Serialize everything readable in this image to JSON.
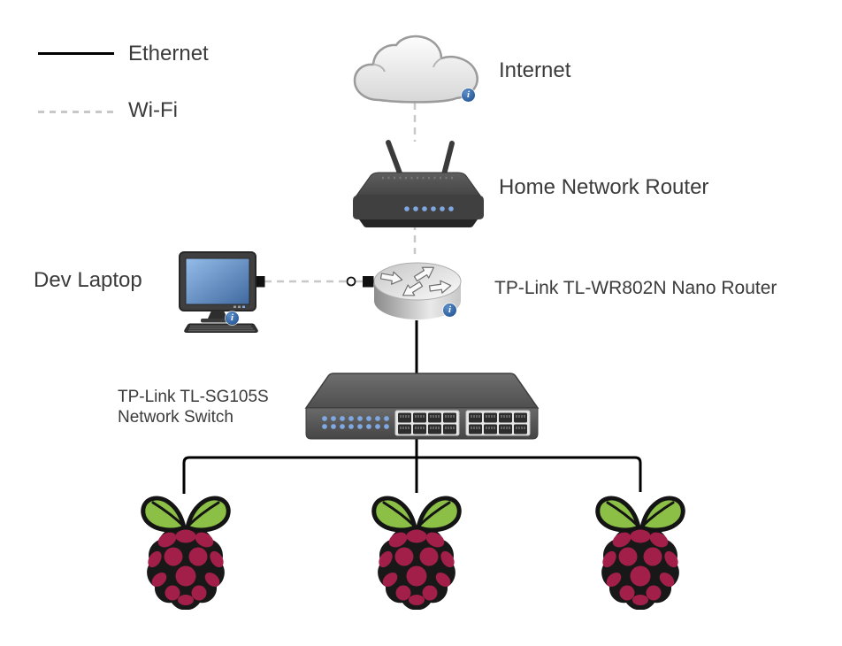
{
  "legend": {
    "items": [
      {
        "id": "ethernet",
        "label": "Ethernet",
        "line_style": "solid",
        "line_color": "#000000"
      },
      {
        "id": "wifi",
        "label": "Wi-Fi",
        "line_style": "dashed",
        "line_color": "#c8c8c8"
      }
    ]
  },
  "nodes": {
    "internet": {
      "label": "Internet",
      "icon": "cloud-icon",
      "has_info_badge": true
    },
    "home_router": {
      "label": "Home Network Router",
      "icon": "wireless-router-icon",
      "has_info_badge": false
    },
    "dev_laptop": {
      "label": "Dev Laptop",
      "icon": "desktop-computer-icon",
      "has_info_badge": true
    },
    "nano_router": {
      "label": "TP-Link TL-WR802N Nano Router",
      "icon": "router-cylinder-icon",
      "has_info_badge": true
    },
    "network_switch": {
      "label_line1": "TP-Link TL-SG105S",
      "label_line2": "Network Switch",
      "icon": "ethernet-switch-icon",
      "has_info_badge": false
    },
    "raspberry_pi_count": 3
  },
  "badges": {
    "info_glyph": "i"
  },
  "connections": [
    {
      "from": "internet",
      "to": "home_router",
      "type": "wifi"
    },
    {
      "from": "home_router",
      "to": "nano_router",
      "type": "wifi"
    },
    {
      "from": "dev_laptop",
      "to": "nano_router",
      "type": "wifi"
    },
    {
      "from": "nano_router",
      "to": "network_switch",
      "type": "ethernet"
    },
    {
      "from": "network_switch",
      "to": "raspberry_pi_1",
      "type": "ethernet"
    },
    {
      "from": "network_switch",
      "to": "raspberry_pi_2",
      "type": "ethernet"
    },
    {
      "from": "network_switch",
      "to": "raspberry_pi_3",
      "type": "ethernet"
    }
  ],
  "colors": {
    "ethernet_line": "#000000",
    "wifi_line": "#c8c8c8",
    "label_text": "#3b3b3b",
    "info_badge_blue": "#2c5c9b",
    "raspberry_crimson": "#A21F4A",
    "leaf_green": "#8CBF45",
    "led_blue": "#7fa8e2"
  }
}
